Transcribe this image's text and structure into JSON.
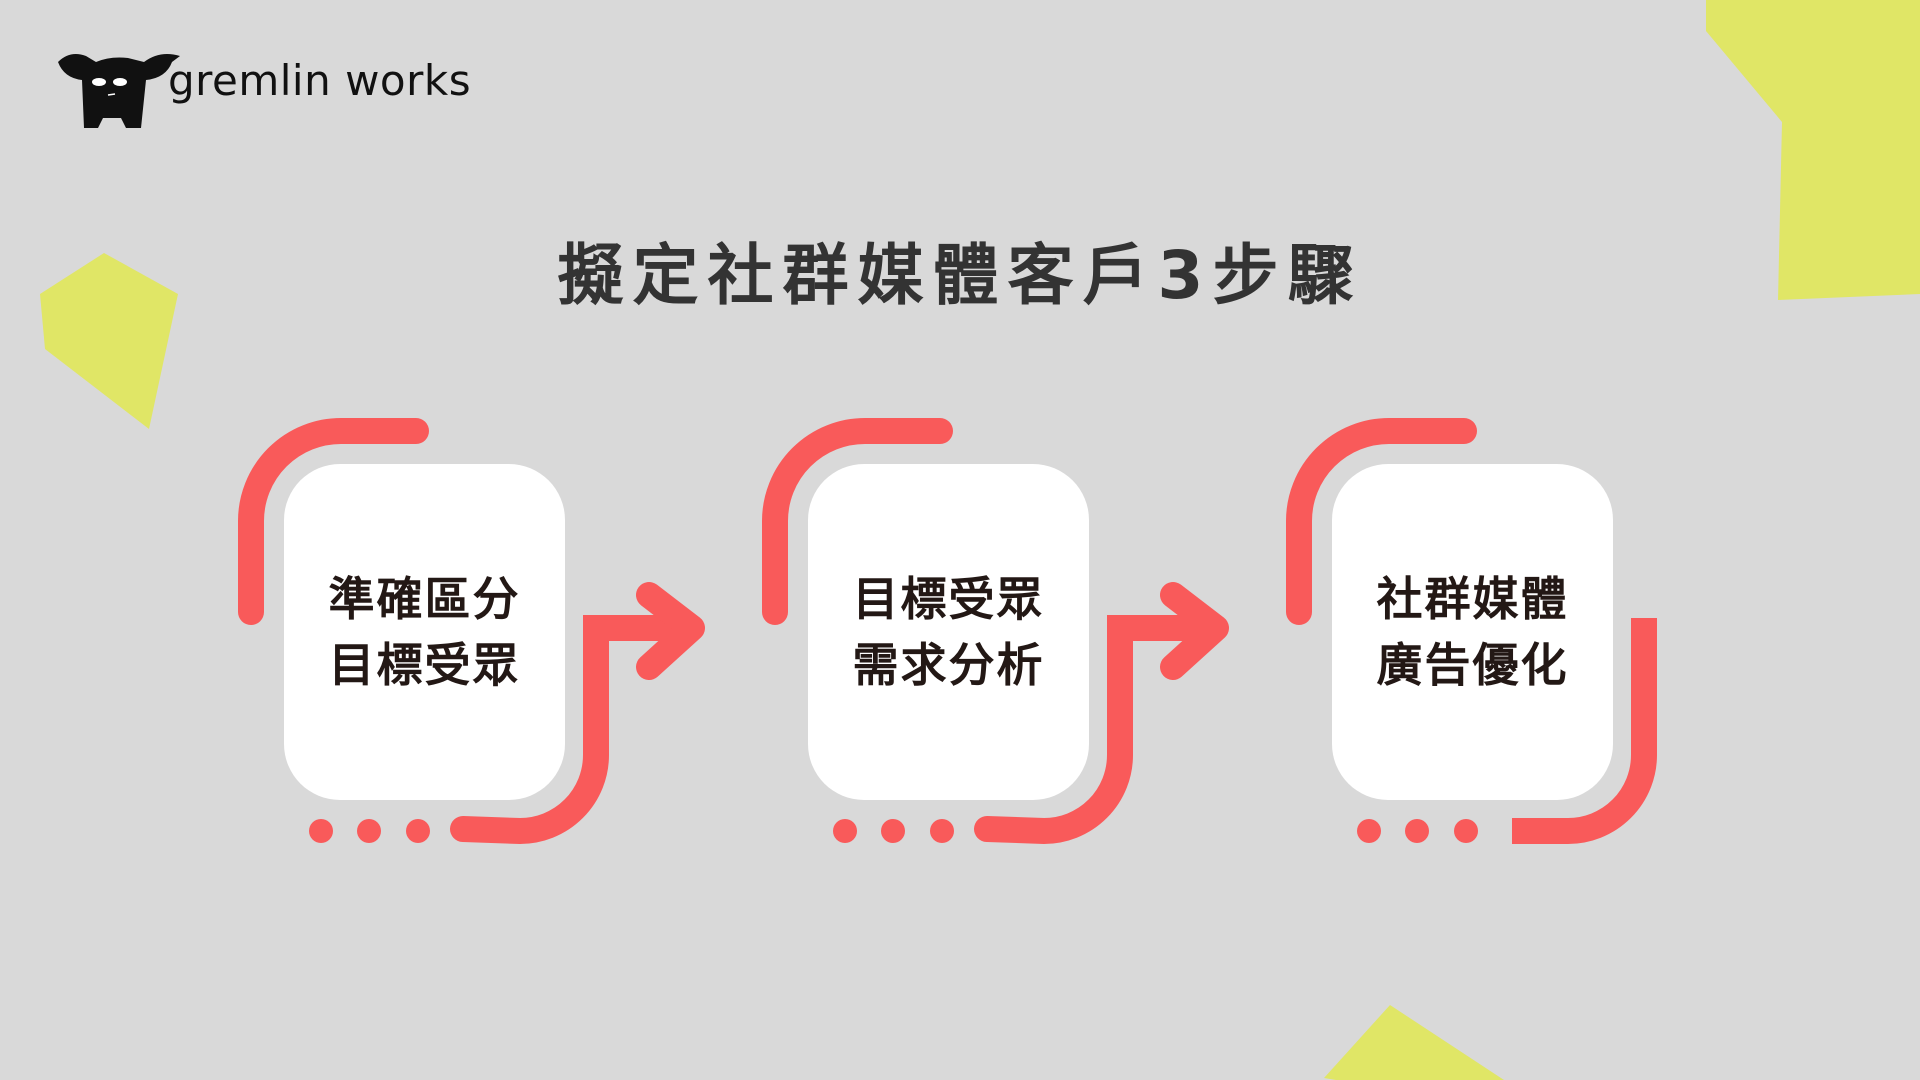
{
  "brand": {
    "name": "gremlin works"
  },
  "title": "擬定社群媒體客戶3步驟",
  "steps": [
    {
      "line1": "準確區分",
      "line2": "目標受眾"
    },
    {
      "line1": "目標受眾",
      "line2": "需求分析"
    },
    {
      "line1": "社群媒體",
      "line2": "廣告優化"
    }
  ],
  "colors": {
    "background": "#d9d9d9",
    "accent": "#f95a5a",
    "decor": "#e0e666",
    "text": "#231815"
  }
}
